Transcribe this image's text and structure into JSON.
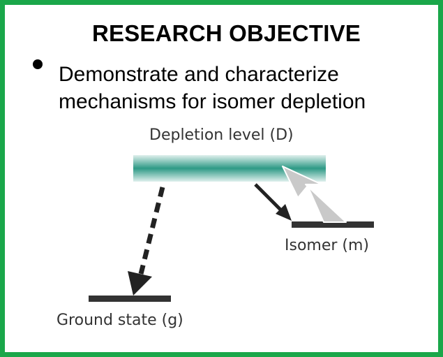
{
  "title": "RESEARCH OBJECTIVE",
  "bullet": {
    "line1": "Demonstrate and characterize",
    "line2": "mechanisms for isomer depletion"
  },
  "diagram": {
    "depletion_label": "Depletion level (D)",
    "isomer_label": "Isomer (m)",
    "ground_label": "Ground state (g)"
  },
  "colors": {
    "border": "#1aa74a",
    "depletion_band": "#2e9a86",
    "level_bar": "#333333",
    "pump_arrow": "#c9c9c9"
  }
}
